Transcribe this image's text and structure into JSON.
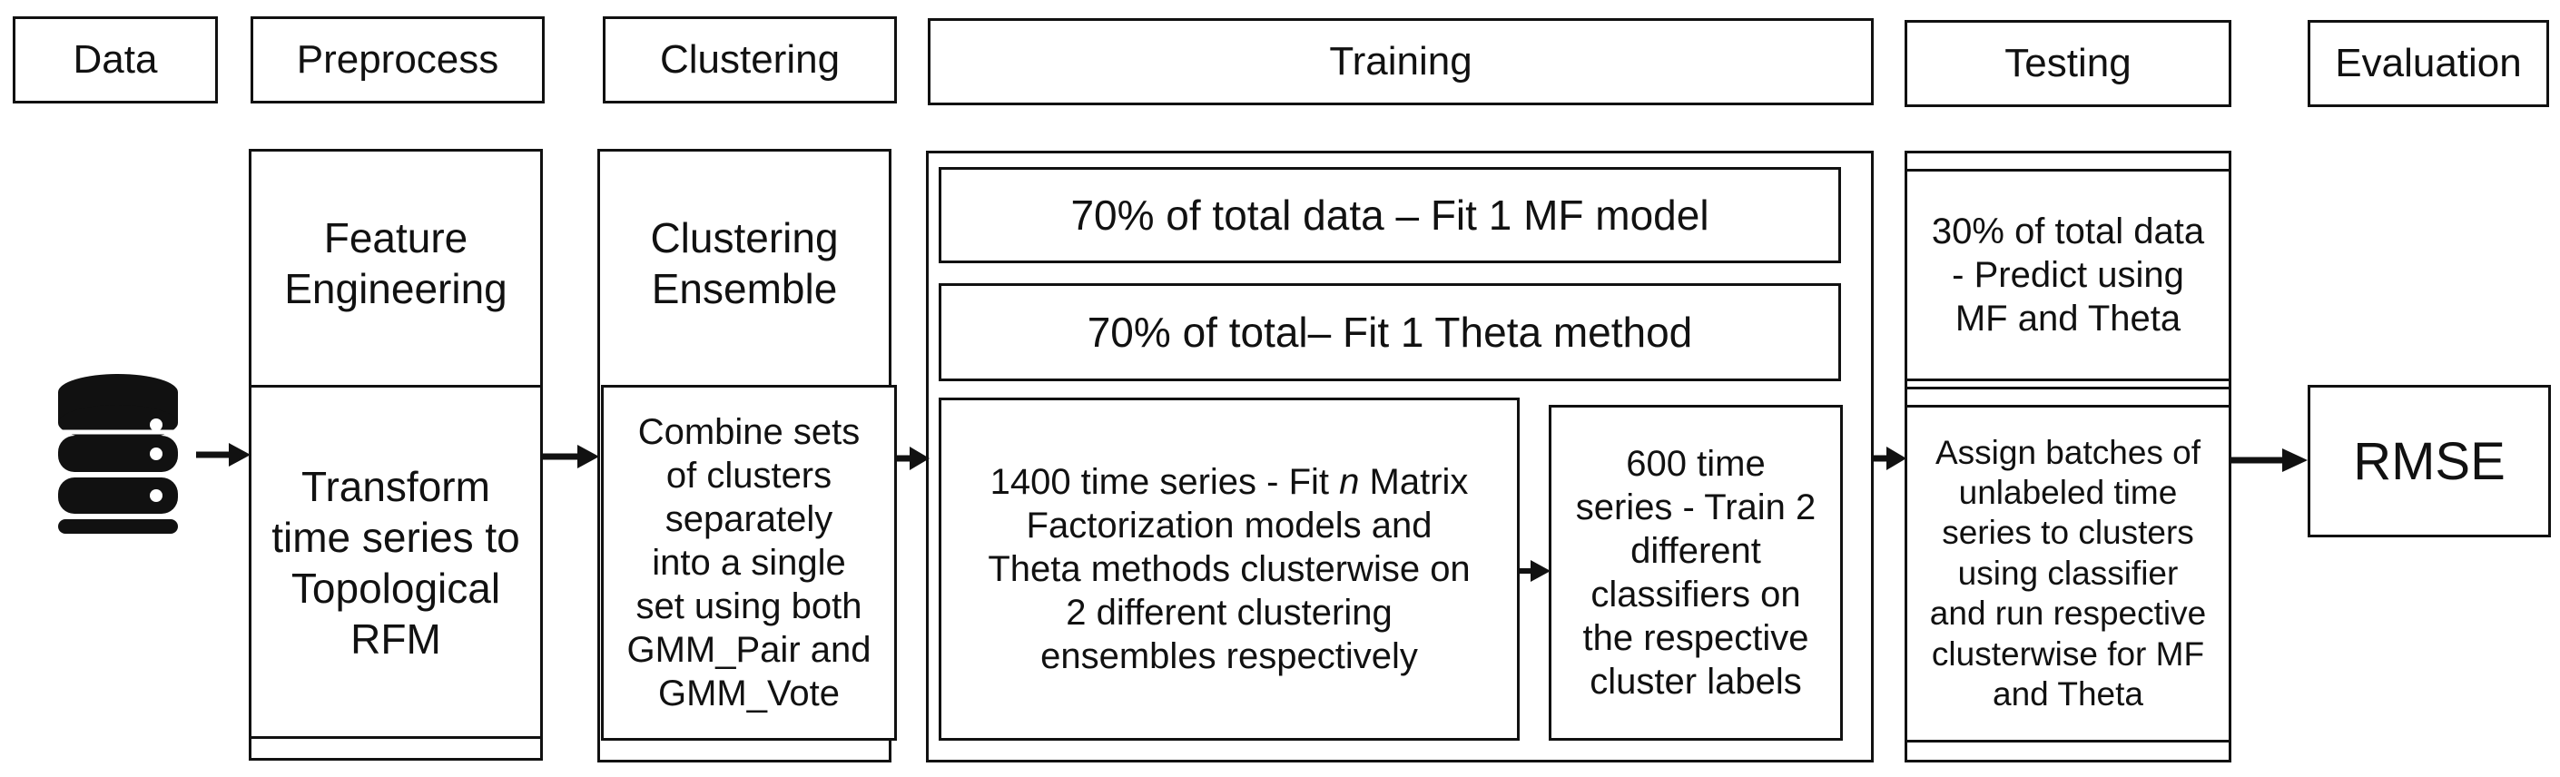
{
  "headers": {
    "data": "Data",
    "preprocess": "Preprocess",
    "clustering": "Clustering",
    "training": "Training",
    "testing": "Testing",
    "evaluation": "Evaluation"
  },
  "preprocess": {
    "title": "Feature\nEngineering",
    "body": "Transform\ntime series to\nTopological\nRFM"
  },
  "clustering": {
    "title": "Clustering\nEnsemble",
    "body": "Combine sets\nof clusters\nseparately\ninto a single\nset using both\nGMM_Pair and\nGMM_Vote"
  },
  "training": {
    "mf_fit": "70% of total data – Fit 1 MF model",
    "theta_fit": "70% of total– Fit 1 Theta method",
    "series_1400_a": "1400 time series  - Fit ",
    "series_1400_n": "n",
    "series_1400_b": " Matrix\nFactorization models and\nTheta methods clusterwise on\n2 different clustering\nensembles respectively",
    "series_600": "600 time\nseries - Train 2\ndifferent\nclassifiers on\nthe respective\ncluster labels"
  },
  "testing": {
    "predict": "30% of total data\n- Predict using\nMF and Theta",
    "assign": "Assign batches of\nunlabeled time\nseries to clusters\nusing classifier\nand run respective\nclusterwise for MF\nand Theta"
  },
  "evaluation": {
    "metric": "RMSE"
  },
  "icons": {
    "database": "database-icon",
    "arrow": "arrow-right-icon"
  }
}
